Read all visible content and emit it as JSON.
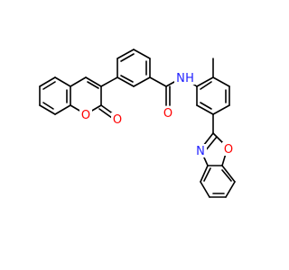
{
  "molecule": {
    "atoms": {
      "n_amide": "N",
      "h_amide": "H",
      "o_carbonyl": "O",
      "o_ring_coumarin": "O",
      "o_keto_coumarin": "O",
      "n_oxazole": "N",
      "o_oxazole": "O"
    }
  },
  "colors": {
    "bond": "#000000",
    "nitrogen": "#1f1fff",
    "oxygen": "#ff0000",
    "background": "#ffffff"
  }
}
